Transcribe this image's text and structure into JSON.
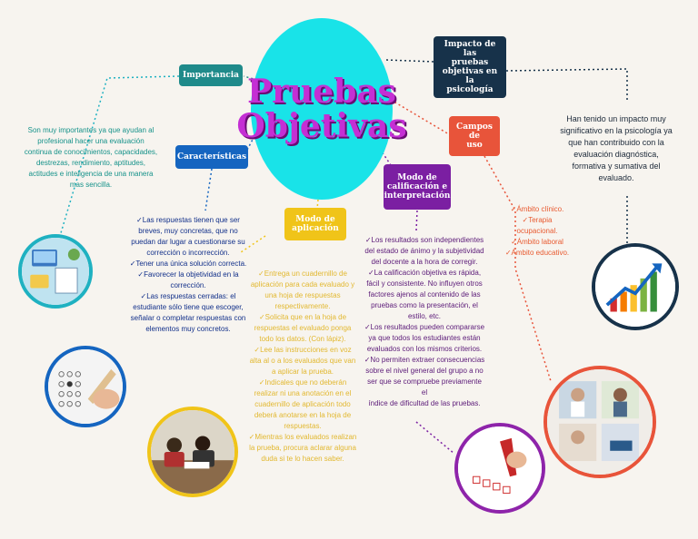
{
  "hub": {
    "title": "Pruebas\nObjetivas"
  },
  "nodes": {
    "importancia": {
      "label": "Importancia",
      "text": "Son muy importantes ya que ayudan al\nprofesional hacer una evaluación\ncontinua de conocimientos, capacidades,\ndestrezas, rendimiento, aptitudes,\nactitudes e inteligencia de una manera\nmas sencilla."
    },
    "caracteristicas": {
      "label": "Características",
      "text": "✓Las respuestas tienen que ser\nbreves, muy concretas, que no\npuedan dar lugar a cuestionarse su\ncorrección o incorrección.\n✓Tener una única solución correcta.\n✓Favorecer la objetividad en la\ncorrección.\n✓Las respuestas cerradas: el\nestudiante sólo tiene que escoger,\nseñalar o completar respuestas con\nelementos muy concretos."
    },
    "modo_aplicacion": {
      "label": "Modo de\naplicación",
      "text": "✓Entrega un cuadernillo de\naplicación para cada evaluado y\nuna hoja de respuestas\nrespectivamente.\n✓Solicita que en la hoja de\nrespuestas el evaluado ponga\ntodo los datos. (Con lápiz).\n✓Lee las instrucciones en voz\nalta al o a los evaluados que van\na aplicar la prueba.\n✓Indicales que no deberán\nrealizar ni una anotación en el\ncuadernillo de aplicación todo\ndeberá anotarse en la hoja de\nrespuestas.\n✓Mientras los evaluados realizan\nla prueba, procura aclarar alguna\nduda si te lo hacen saber."
    },
    "modo_calificacion": {
      "label": "Modo de\ncalificación e\ninterpretación",
      "text": "✓Los resultados son independientes\ndel estado de ánimo y la subjetividad\ndel docente a la hora de corregir.\n✓La calificación objetiva es rápida,\nfácil y consistente. No influyen otros\nfactores ajenos al contenido de las\npruebas como la presentación, el\nestilo, etc.\n✓Los resultados pueden compararse\nya que todos los estudiantes están\nevaluados con los mismos criterios.\n✓No permiten extraer consecuencias\nsobre el nivel general del grupo a no\nser que se compruebe previamente el\níndice de dificultad de las pruebas."
    },
    "campos": {
      "label": "Campos de\nuso",
      "text": "✓Ámbito clínico.\n✓Terapia\nocupacional.\n✓Ámbito laboral\n✓Ámbito educativo."
    },
    "impacto": {
      "label": "Impacto de las\npruebas\nobjetivas en la\npsicología",
      "text": "Han tenido un impacto muy\nsignificativo en la psicología ya\nque han contribuido con la\nevaluación diagnóstica,\nformativa y  sumativa del\nevaluado."
    }
  },
  "photos": [
    {
      "name": "photo-desk-icon",
      "ring_color": "#1fb1c1"
    },
    {
      "name": "photo-answer-sheet-icon",
      "ring_color": "#1565c0"
    },
    {
      "name": "photo-students-icon",
      "ring_color": "#f0c419"
    },
    {
      "name": "photo-test-paper-icon",
      "ring_color": "#8e24aa"
    },
    {
      "name": "photo-clinical-icon",
      "ring_color": "#e8543a"
    },
    {
      "name": "photo-growth-chart-icon",
      "ring_color": "#17324a"
    }
  ],
  "colors": {
    "hub": "#19e3e8",
    "hub_text": "#c42fd4",
    "importancia": "#1f8a8a",
    "caracteristicas": "#1565c0",
    "modo_aplicacion": "#f0c419",
    "modo_calificacion": "#7b1fa2",
    "campos": "#e8543a",
    "impacto": "#17324a"
  }
}
